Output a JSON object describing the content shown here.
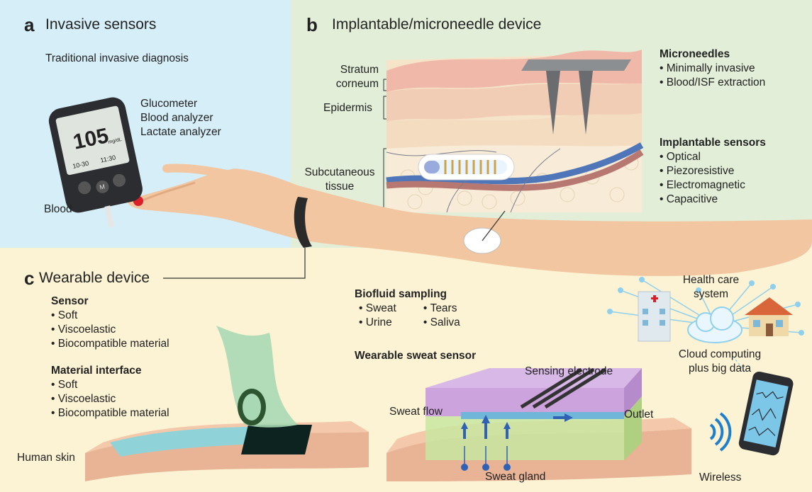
{
  "panel_a": {
    "letter": "a",
    "title": "Invasive sensors",
    "subtitle": "Traditional invasive diagnosis",
    "devices": [
      "Glucometer",
      "Blood analyzer",
      "Lactate analyzer"
    ],
    "blood_label": "Blood",
    "meter_reading": "105",
    "meter_unit": "mg/dL",
    "meter_date": "10-30",
    "meter_time": "11:30",
    "meter_button": "M"
  },
  "panel_b": {
    "letter": "b",
    "title": "Implantable/microneedle device",
    "layers": {
      "stratum_corneum": "Stratum corneum",
      "stratum_line1": "Stratum",
      "stratum_line2": "corneum",
      "epidermis": "Epidermis",
      "subcutaneous_line1": "Subcutaneous",
      "subcutaneous_line2": "tissue"
    },
    "microneedles": {
      "heading": "Microneedles",
      "items": [
        "Minimally invasive",
        "Blood/ISF extraction"
      ]
    },
    "implantable": {
      "heading": "Implantable sensors",
      "items": [
        "Optical",
        "Piezoresistive",
        "Electromagnetic",
        "Capacitive"
      ]
    }
  },
  "panel_c": {
    "letter": "c",
    "title": "Wearable device",
    "sensor": {
      "heading": "Sensor",
      "items": [
        "Soft",
        "Viscoelastic",
        "Biocompatible material"
      ]
    },
    "material_interface": {
      "heading": "Material interface",
      "items": [
        "Soft",
        "Viscoelastic",
        "Biocompatible material"
      ]
    },
    "human_skin": "Human skin",
    "biofluid": {
      "heading": "Biofluid sampling",
      "col1": [
        "Sweat",
        "Urine"
      ],
      "col2": [
        "Tears",
        "Saliva"
      ]
    },
    "sweat_sensor": {
      "heading": "Wearable sweat sensor",
      "sensing_electrode": "Sensing electrode",
      "sweat_flow": "Sweat flow",
      "outlet": "Outlet",
      "sweat_gland": "Sweat gland"
    },
    "health_care_line1": "Health care",
    "health_care_line2": "system",
    "cloud_line1": "Cloud computing",
    "cloud_line2": "plus big data",
    "wireless": "Wireless"
  }
}
